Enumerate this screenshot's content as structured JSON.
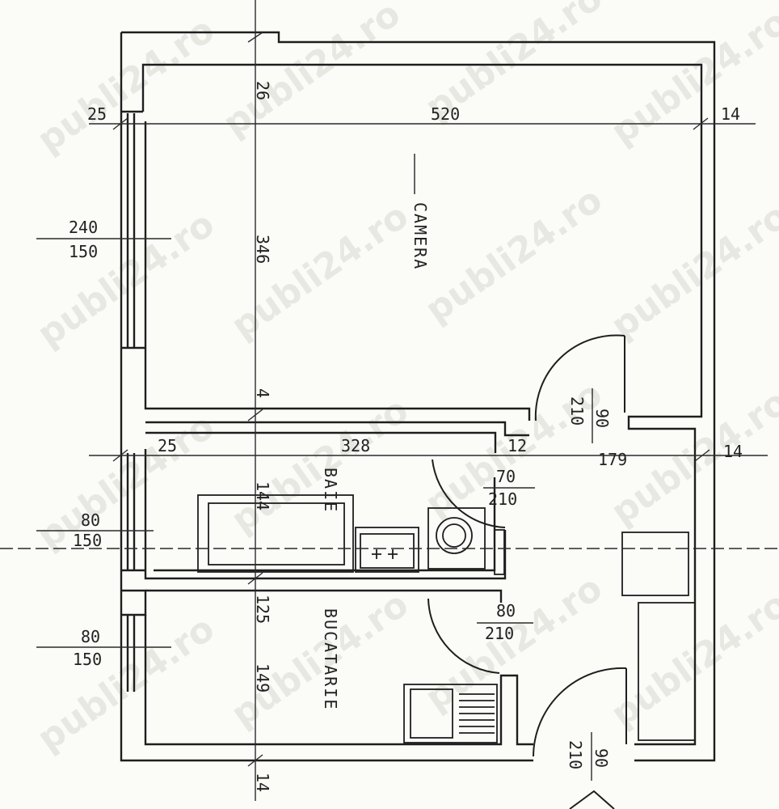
{
  "watermark": {
    "text": "publi24.ro"
  },
  "rooms": {
    "camera": "CAMERA",
    "baie": "BAIE",
    "bucatarie": "BUCATARIE"
  },
  "dimensions": {
    "top_offset": "26",
    "left_wall_top": "25",
    "room_width": "520",
    "right_wall": "14",
    "room_depth": "346",
    "window1_width": "240",
    "window1_height": "150",
    "partition": "4",
    "door_camera_w": "90",
    "door_camera_h": "210",
    "left_wall_mid": "25",
    "bath_width": "328",
    "hall_offset": "12",
    "hall_width": "179",
    "right_wall_mid": "14",
    "door_bath_w": "70",
    "door_bath_h": "210",
    "bath_depth": "144",
    "window2_width": "80",
    "window2_height": "150",
    "bath_kitchen_wall": "125",
    "door_kitchen_w": "80",
    "door_kitchen_h": "210",
    "window3_width": "80",
    "window3_height": "150",
    "kitchen_depth": "149",
    "entry_door_w": "90",
    "entry_door_h": "210",
    "bottom_wall": "14"
  }
}
